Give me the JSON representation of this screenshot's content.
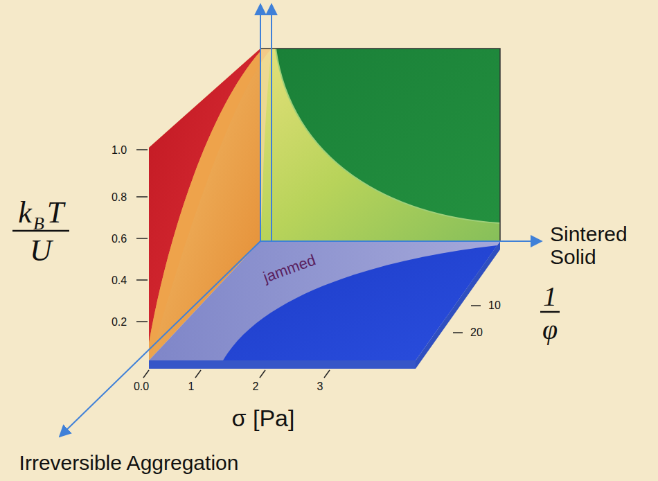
{
  "diagram": {
    "labels": [
      "1.0",
      "0.8",
      "0.6",
      "0.4",
      "0.2",
      "k",
      "B",
      "T",
      "U",
      "0.0",
      "1",
      "2",
      "3",
      "σ [Pa]",
      "10",
      "20",
      "1",
      "φ",
      "Sintered Solid",
      "Irreversible Aggregation",
      "jammed"
    ]
  }
}
